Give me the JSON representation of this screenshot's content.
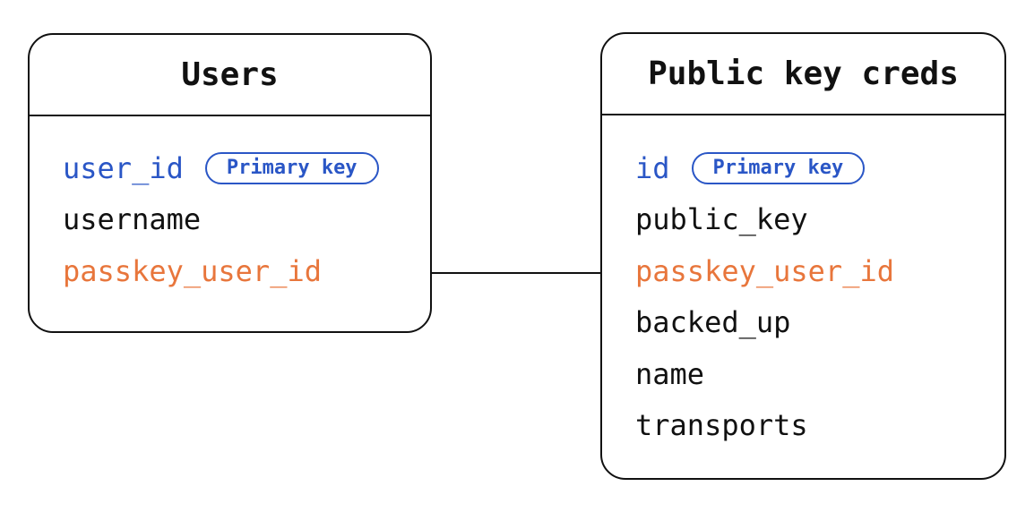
{
  "diagram": {
    "tables": [
      {
        "title": "Users",
        "fields": [
          {
            "name": "user_id",
            "color": "blue",
            "badge": "Primary key"
          },
          {
            "name": "username",
            "color": "black"
          },
          {
            "name": "passkey_user_id",
            "color": "orange"
          }
        ]
      },
      {
        "title": "Public key creds",
        "fields": [
          {
            "name": "id",
            "color": "blue",
            "badge": "Primary key"
          },
          {
            "name": "public_key",
            "color": "black"
          },
          {
            "name": "passkey_user_id",
            "color": "orange"
          },
          {
            "name": "backed_up",
            "color": "black"
          },
          {
            "name": "name",
            "color": "black"
          },
          {
            "name": "transports",
            "color": "black"
          }
        ]
      }
    ],
    "relationship": {
      "from": "Users.passkey_user_id",
      "to": "Public key creds.passkey_user_id"
    },
    "colors": {
      "primary_key_blue": "#2a56c6",
      "linked_field_orange": "#e8763c",
      "text": "#111111",
      "border": "#111111",
      "background": "#ffffff"
    }
  }
}
